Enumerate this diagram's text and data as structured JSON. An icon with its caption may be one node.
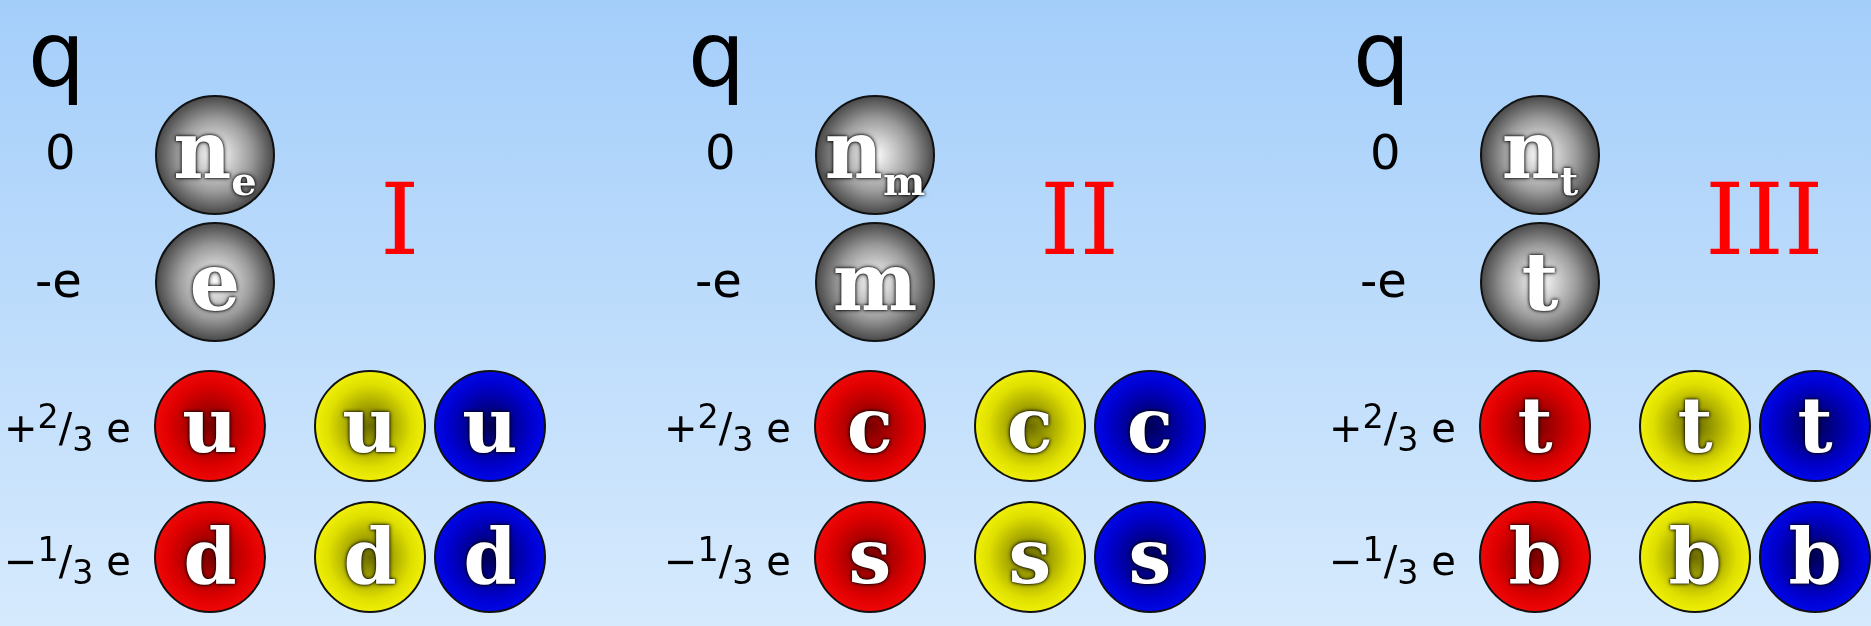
{
  "diagram": {
    "nodes": [
      {
        "text": [
          "n$_{e}$"
        ]
      },
      {
        "text": [
          "e"
        ]
      },
      {
        "text": [
          "u"
        ]
      },
      {
        "text": [
          "u"
        ]
      },
      {
        "text": [
          "u"
        ]
      },
      {
        "text": [
          "d"
        ]
      },
      {
        "text": [
          "d"
        ]
      },
      {
        "text": [
          "d"
        ]
      },
      {
        "text": [
          "n$_{m}$"
        ]
      },
      {
        "text": [
          "m"
        ]
      },
      {
        "text": [
          "c"
        ]
      },
      {
        "text": [
          "c"
        ]
      },
      {
        "text": [
          "c"
        ]
      },
      {
        "text": [
          "s"
        ]
      },
      {
        "text": [
          "s"
        ]
      },
      {
        "text": [
          "s"
        ]
      },
      {
        "text": [
          "n$_{t}$"
        ]
      },
      {
        "text": [
          "t"
        ]
      },
      {
        "text": [
          "t"
        ]
      },
      {
        "text": [
          "t"
        ]
      },
      {
        "text": [
          "t"
        ]
      },
      {
        "text": [
          "b"
        ]
      },
      {
        "text": [
          "b"
        ]
      },
      {
        "text": [
          "b"
        ]
      }
    ],
    "edges": [],
    "labels": [
      "q",
      "0",
      "I",
      "-e",
      "+$^{2}$/$_{3}$ e",
      "−$^{1}$/$_{3}$ e",
      "q",
      "0",
      "II",
      "-e",
      "+$^{2}$/$_{3}$ e",
      "−$^{1}$/$_{3}$ e",
      "q",
      "0",
      "III",
      "-e",
      "+$^{2}$/$_{3}$ e",
      "−$^{1}$/$_{3}$ e"
    ]
  }
}
